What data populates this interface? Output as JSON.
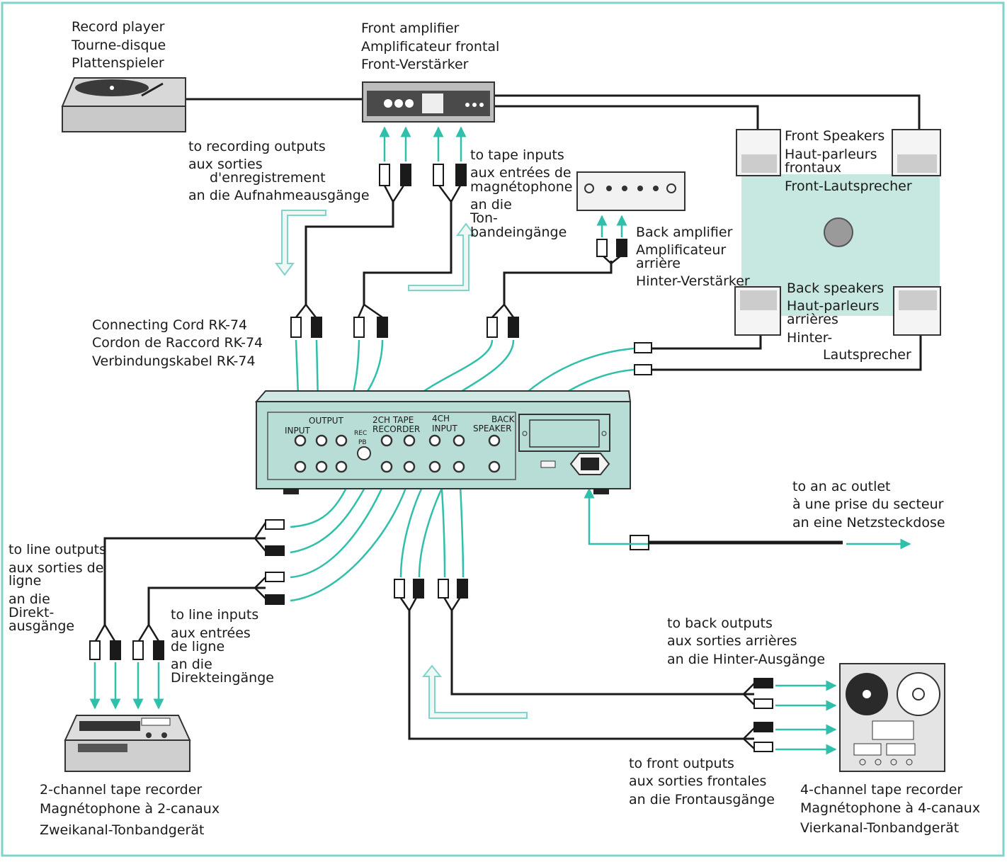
{
  "colors": {
    "frame": "#7fd3c8",
    "arrow": "#2fbfaa",
    "cable": "#1a1a1a",
    "panel": "#b8ddd6",
    "speaker_area": "#c7e7e1",
    "ink": "#1a1a1a"
  },
  "labels": {
    "record_player": [
      "Record player",
      "Tourne-disque",
      "Plattenspieler"
    ],
    "front_amp": [
      "Front amplifier",
      "Amplificateur frontal",
      "Front-Verstärker"
    ],
    "front_speakers": [
      "Front Speakers",
      "Haut-parleurs",
      "frontaux",
      "Front-Lautsprecher"
    ],
    "rec_outputs": [
      "to recording outputs",
      "aux sorties",
      "d'enregistrement",
      "an die Aufnahmeausgänge"
    ],
    "tape_inputs": [
      "to tape inputs",
      "aux entrées de",
      "magnétophone",
      "an die",
      "Ton-",
      "bandeingänge"
    ],
    "back_amp": [
      "Back amplifier",
      "Amplificateur",
      "arrière",
      "Hinter-Verstärker"
    ],
    "back_speakers": [
      "Back speakers",
      "Haut-parleurs",
      "arrières",
      "Hinter-",
      "Lautsprecher"
    ],
    "cord": [
      "Connecting Cord RK-74",
      "Cordon de Raccord RK-74",
      "Verbindungskabel RK-74"
    ],
    "ac_outlet": [
      "to an ac outlet",
      "à une prise du secteur",
      "an eine Netzsteckdose"
    ],
    "line_outputs": [
      "to line outputs",
      "aux sorties de",
      "ligne",
      "an die",
      "Direkt-",
      "ausgänge"
    ],
    "line_inputs": [
      "to line inputs",
      "aux entrées",
      "de ligne",
      "an die",
      "Direkteingänge"
    ],
    "back_outputs": [
      "to back outputs",
      "aux sorties arrières",
      "an die Hinter-Ausgänge"
    ],
    "front_outputs": [
      "to front outputs",
      "aux sorties frontales",
      "an die Frontausgänge"
    ],
    "tape2": [
      "2-channel tape recorder",
      "Magnétophone à 2-canaux",
      "Zweikanal-Tonbandgerät"
    ],
    "tape4": [
      "4-channel tape recorder",
      "Magnétophone à 4-canaux",
      "Vierkanal-Tonbandgerät"
    ]
  },
  "panel_labels": {
    "input": "INPUT",
    "output": "OUTPUT",
    "tape_2ch_1": "2CH TAPE",
    "tape_2ch_2": "RECORDER",
    "rec": "REC",
    "pb": "PB",
    "ch4_1": "4CH",
    "ch4_2": "INPUT",
    "back_1": "BACK",
    "back_2": "SPEAKER"
  }
}
